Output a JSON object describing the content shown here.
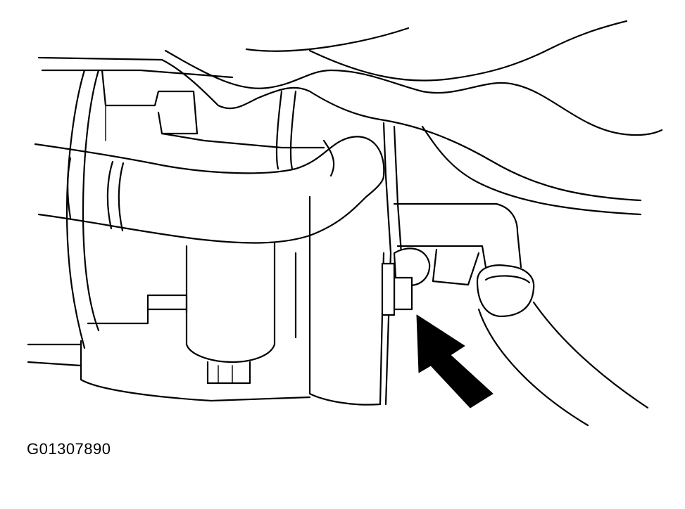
{
  "figure": {
    "id_label": "G01307890",
    "colors": {
      "line": "#000000",
      "background": "#ffffff"
    }
  },
  "callouts": [
    {
      "name": "arrow-pointing-to-bolt",
      "icon": "solid-arrow"
    }
  ]
}
